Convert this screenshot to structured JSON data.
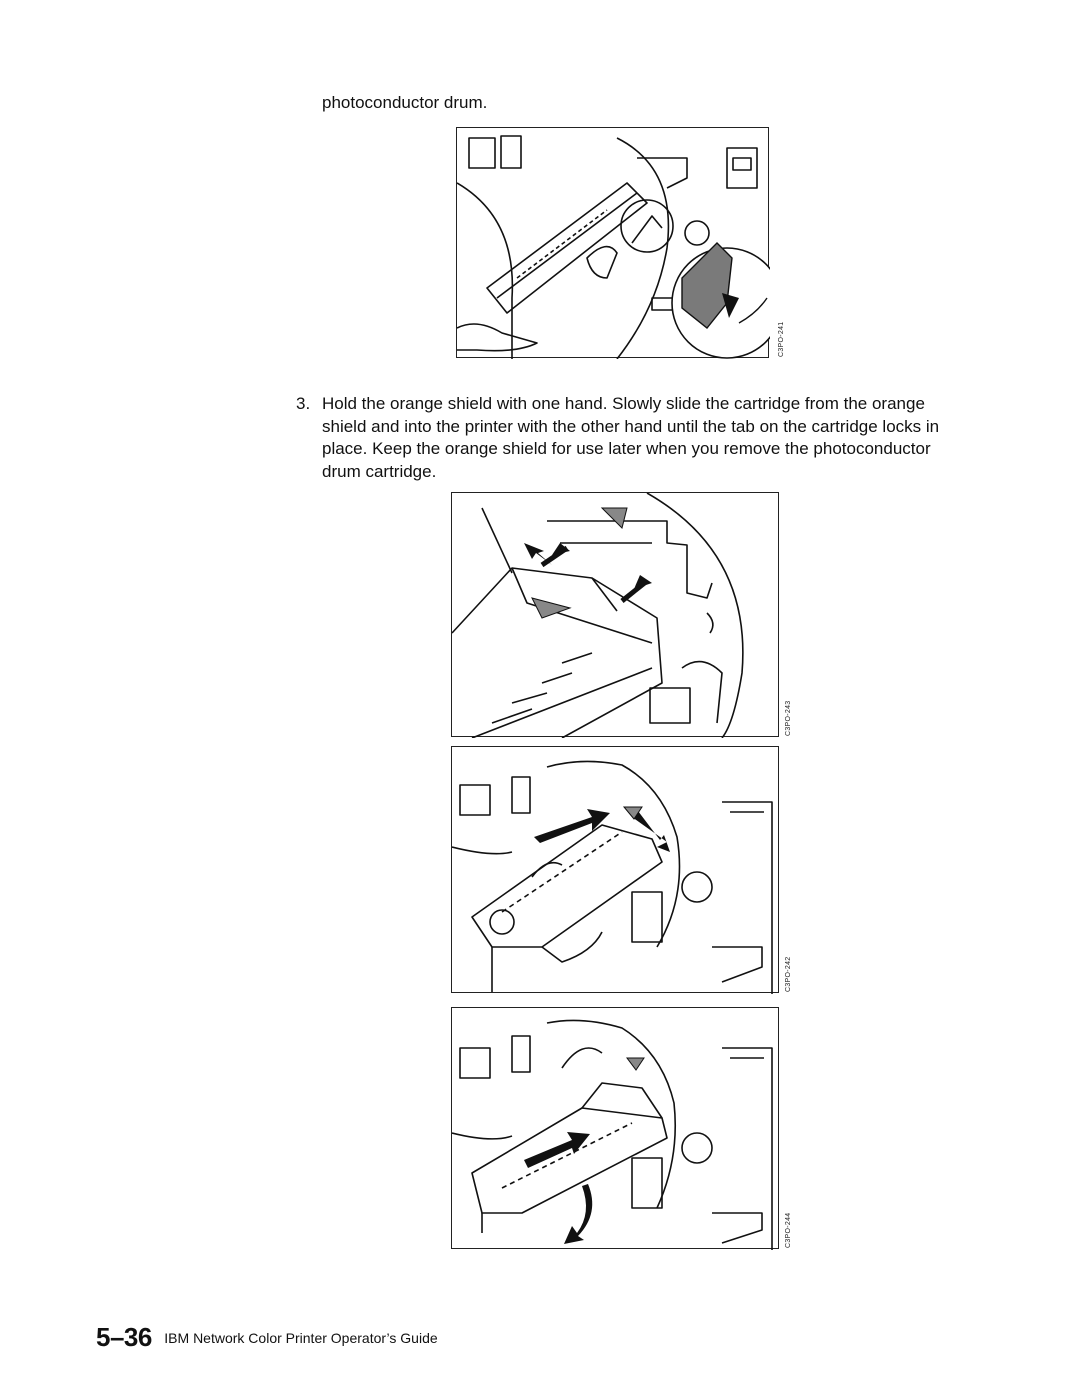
{
  "intro_text": "photoconductor drum.",
  "step": {
    "number": "3.",
    "text": "Hold the orange shield with one hand. Slowly slide the cartridge from the orange shield and into the printer with the other hand until the tab on the cartridge locks in place. Keep the orange shield for use later when you remove the photoconductor drum cartridge."
  },
  "figures": [
    {
      "code": "C3PO-241",
      "icon": "cartridge-removal-illustration"
    },
    {
      "code": "C3PO-243",
      "icon": "shield-alignment-illustration"
    },
    {
      "code": "C3PO-242",
      "icon": "cartridge-insertion-illustration"
    },
    {
      "code": "C3PO-244",
      "icon": "cartridge-locking-illustration"
    }
  ],
  "footer": {
    "page_number": "5–36",
    "title": "IBM Network Color Printer Operator’s Guide"
  }
}
